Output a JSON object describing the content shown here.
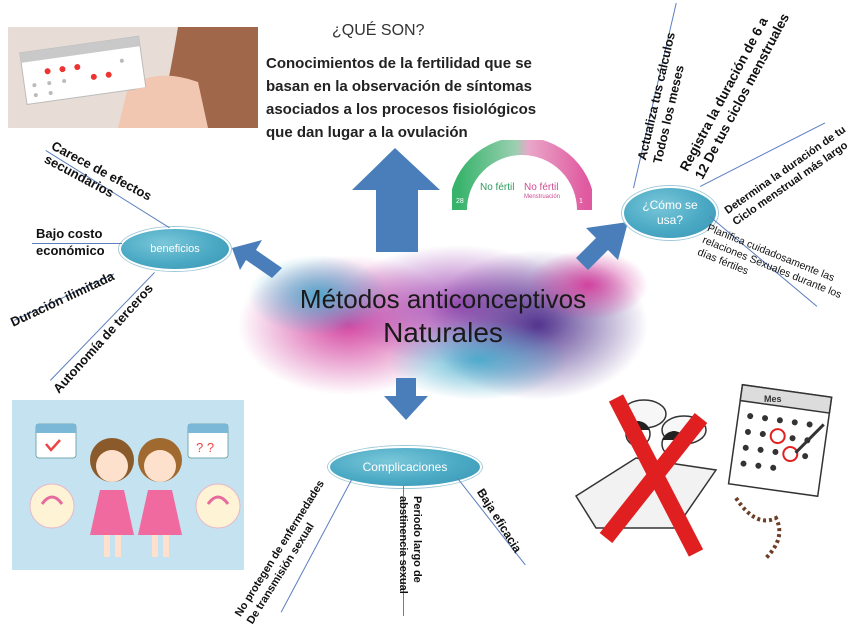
{
  "title_line1": "Métodos anticonceptivos",
  "title_line2": "Naturales",
  "que_son": {
    "heading": "¿QUÉ SON?",
    "body": "Conocimientos de la fertilidad que se basan en la observación de síntomas asociados a los procesos fisiológicos que dan lugar a la ovulación"
  },
  "beneficios": {
    "label": "beneficios",
    "items": [
      "Carece de efectos secundarios",
      "Bajo costo económico",
      "Duración ilimitada",
      "Autonomía de terceros"
    ]
  },
  "como_se_usa": {
    "label": "¿Cómo se usa?",
    "items": [
      "Actualiza tus cálculos Todos los meses",
      "Registra la duración de 6 a 12 De tus ciclos menstruales",
      "Determina la duración de tu Ciclo menstrual más largo",
      "Planifica cuidadosamente las relaciones Sexuales durante los días fértiles"
    ]
  },
  "complicaciones": {
    "label": "Complicaciones",
    "items": [
      "No protegen de enfermedades De transmisión sexual",
      "Periodo largo de abstinencia sexual",
      "Baja eficacia"
    ]
  },
  "gauge": {
    "left_label": "No fértil",
    "right_label": "No fértil",
    "right_sub": "Menstruación",
    "numbers": [
      "28",
      "1"
    ]
  },
  "calendar_label": "Mes",
  "colors": {
    "arrow": "#4a7ebb",
    "oval": "#4aa9c4",
    "line": "#5b7fbf",
    "cross": "#e02020"
  }
}
